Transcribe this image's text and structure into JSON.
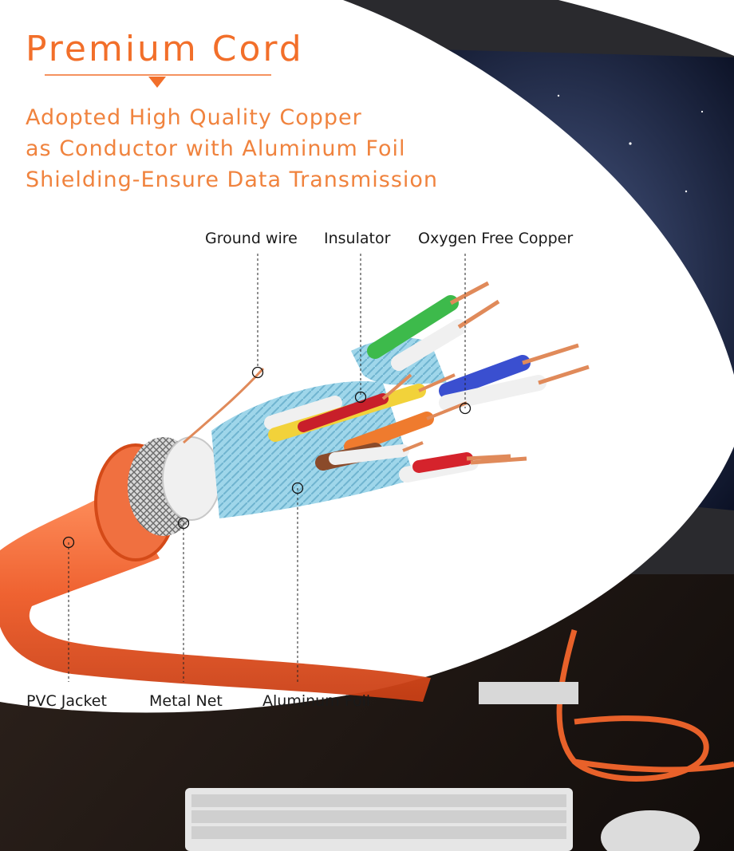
{
  "heading": {
    "title": "Premium Cord",
    "subtitle_lines": [
      "Adopted High Quality Copper",
      "as Conductor with Aluminum Foil",
      "Shielding-Ensure Data Transmission"
    ]
  },
  "labels": {
    "ground_wire": "Ground wire",
    "insulator": "Insulator",
    "oxygen_free_copper": "Oxygen Free Copper",
    "pvc_jacket": "PVC Jacket",
    "metal_net": "Metal Net",
    "aluminum_foil": "Aluminum Foil"
  },
  "colors": {
    "accent": "#f26f2a",
    "cable_jacket": "#ef5a26",
    "foil": "#8fd0e8",
    "background_dark": "#1b1512"
  }
}
